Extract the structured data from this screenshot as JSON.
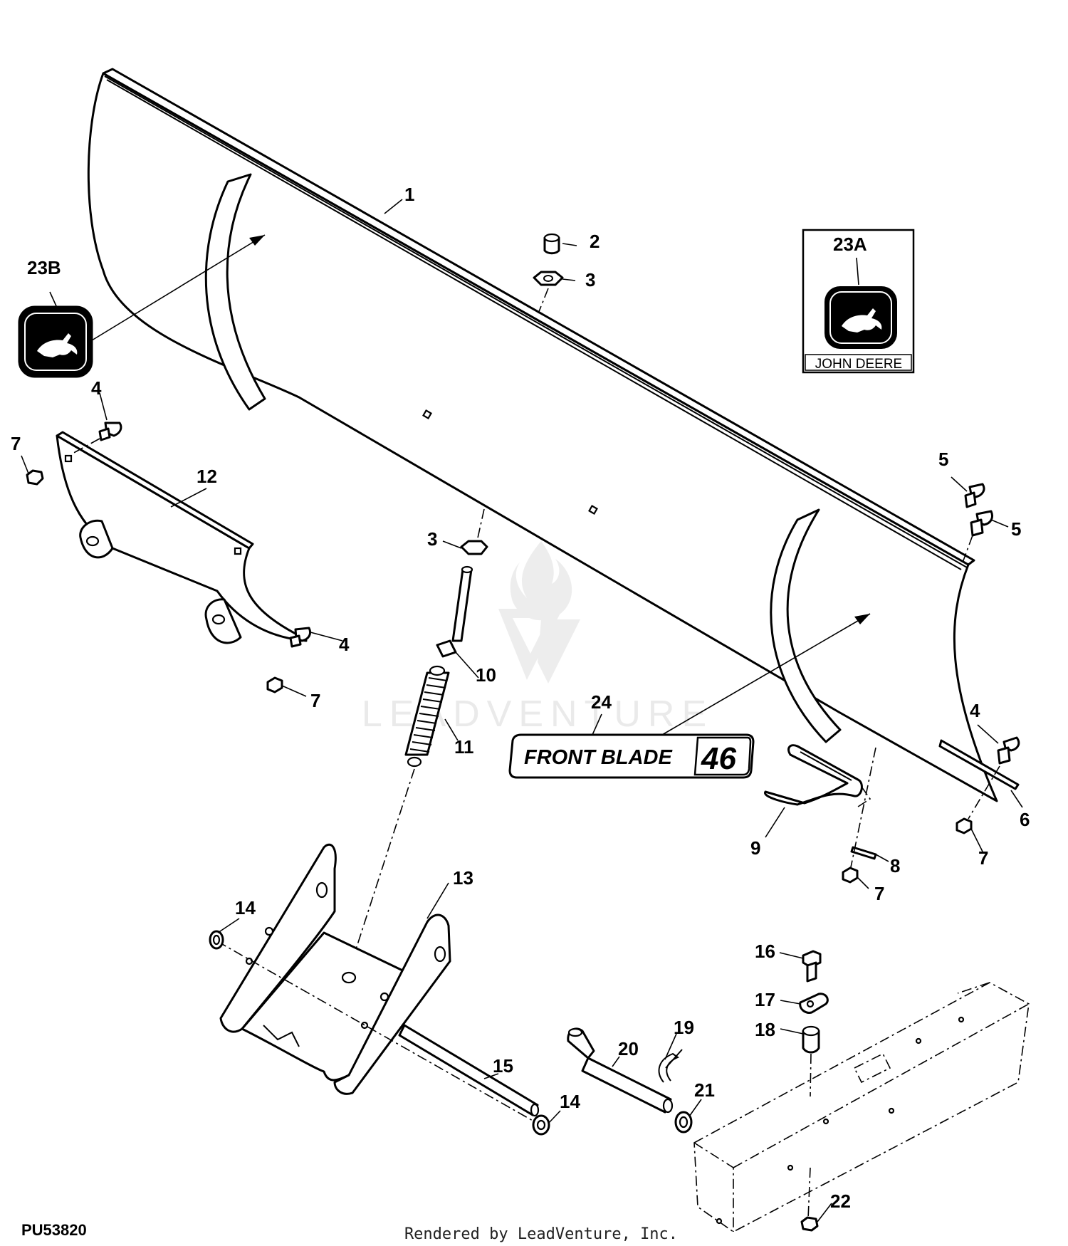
{
  "callouts": {
    "c1": "1",
    "c2": "2",
    "c3a": "3",
    "c3b": "3",
    "c4a": "4",
    "c4b": "4",
    "c4c": "4",
    "c5a": "5",
    "c5b": "5",
    "c6": "6",
    "c7a": "7",
    "c7b": "7",
    "c7c": "7",
    "c7d": "7",
    "c8": "8",
    "c9": "9",
    "c10": "10",
    "c11": "11",
    "c12": "12",
    "c13": "13",
    "c14a": "14",
    "c14b": "14",
    "c15": "15",
    "c16": "16",
    "c17": "17",
    "c18": "18",
    "c19": "19",
    "c20": "20",
    "c21": "21",
    "c22": "22",
    "c23a": "23A",
    "c23b": "23B",
    "c24": "24"
  },
  "decals": {
    "brand_text": "JOHN DEERE",
    "front_blade_text": "FRONT BLADE",
    "front_blade_number": "46"
  },
  "watermark": "LEADVENTURE",
  "footer": {
    "code": "PU53820",
    "credit": "Rendered by LeadVenture, Inc."
  }
}
